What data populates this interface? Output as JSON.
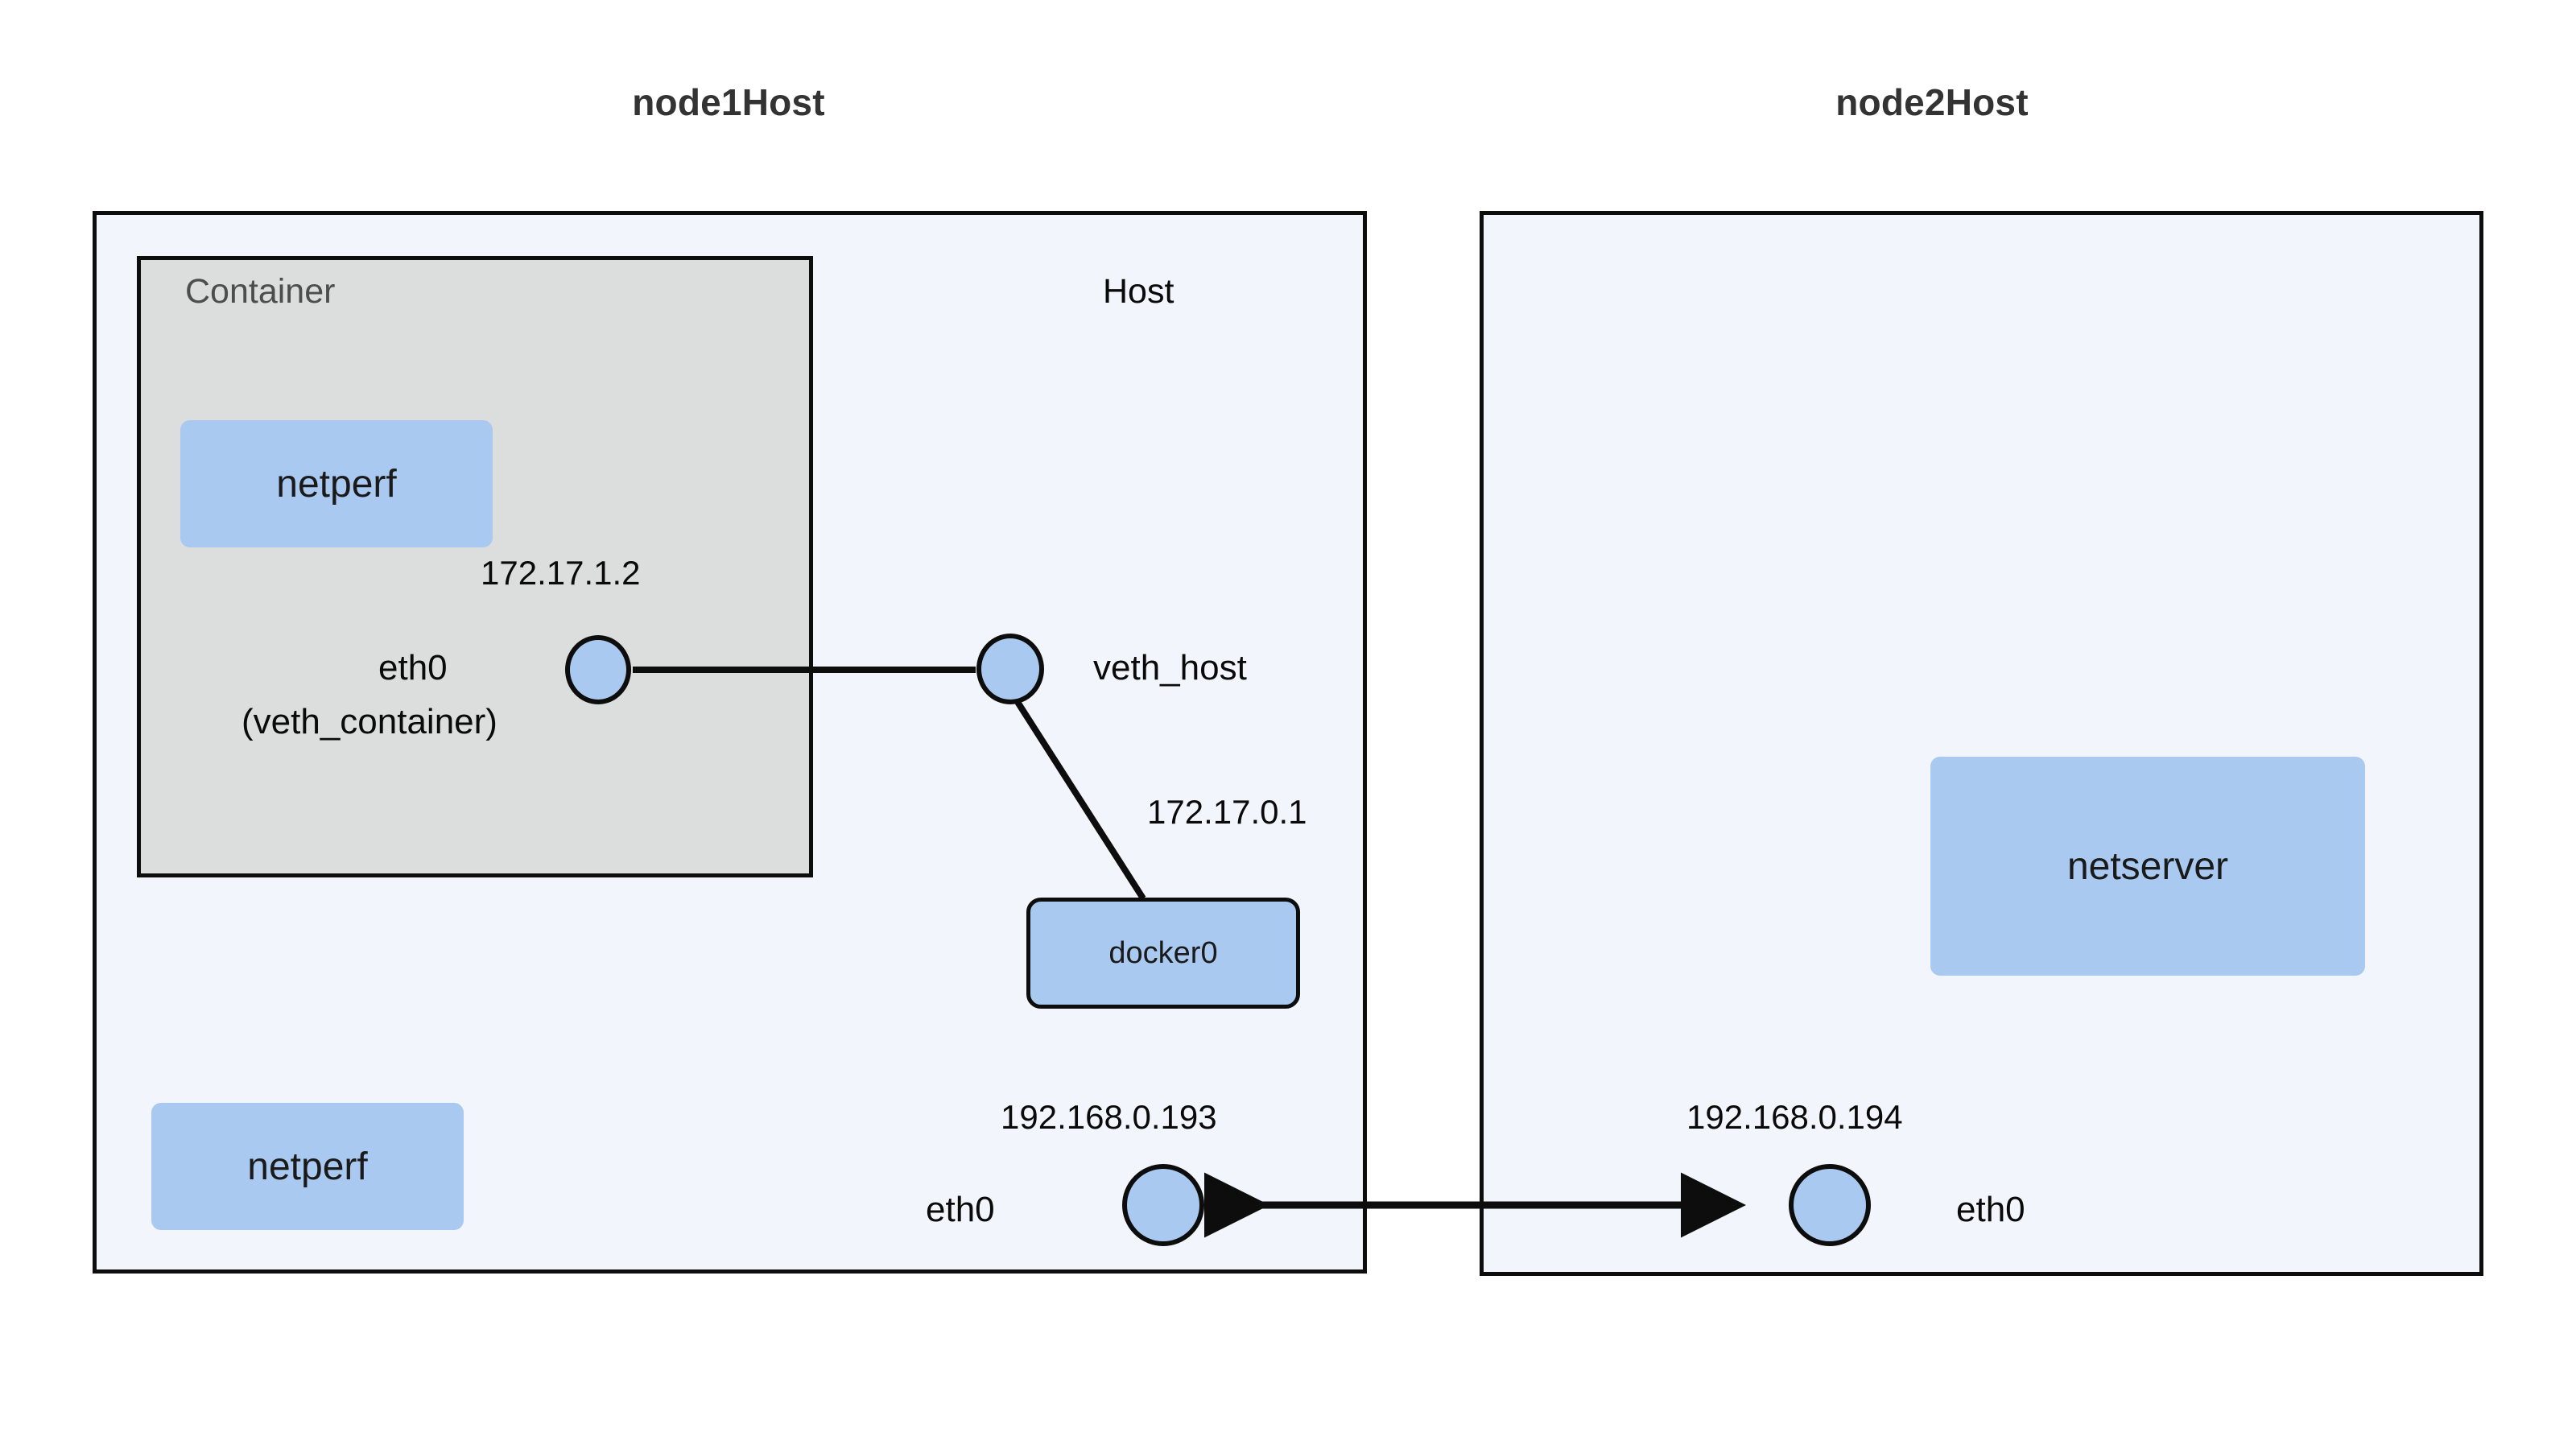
{
  "diagram": {
    "title_node1": "node1Host",
    "title_node2": "node2Host",
    "container_label": "Container",
    "host_label": "Host",
    "boxes": {
      "netperf_container": "netperf",
      "netperf_host": "netperf",
      "netserver": "netserver",
      "docker0": "docker0"
    },
    "interfaces": {
      "container_eth0_name": "eth0",
      "container_eth0_alias": "(veth_container)",
      "container_eth0_ip": "172.17.1.2",
      "veth_host_name": "veth_host",
      "docker0_ip": "172.17.0.1",
      "node1_eth0_name": "eth0",
      "node1_eth0_ip": "192.168.0.193",
      "node2_eth0_name": "eth0",
      "node2_eth0_ip": "192.168.0.194"
    },
    "colors": {
      "node_fill": "#a9c9f0",
      "host_fill": "#f2f5fb",
      "container_fill": "#dcdddd",
      "stroke": "#0d0d0d",
      "title_text": "#333333",
      "container_text": "#4d4d4d",
      "page_background": "#ffffff"
    },
    "connections": [
      {
        "from": "container_eth0",
        "to": "veth_host",
        "style": "plain-line"
      },
      {
        "from": "veth_host",
        "to": "docker0",
        "style": "plain-line"
      },
      {
        "from": "node1_eth0",
        "to": "node2_eth0",
        "style": "double-arrow"
      }
    ]
  }
}
